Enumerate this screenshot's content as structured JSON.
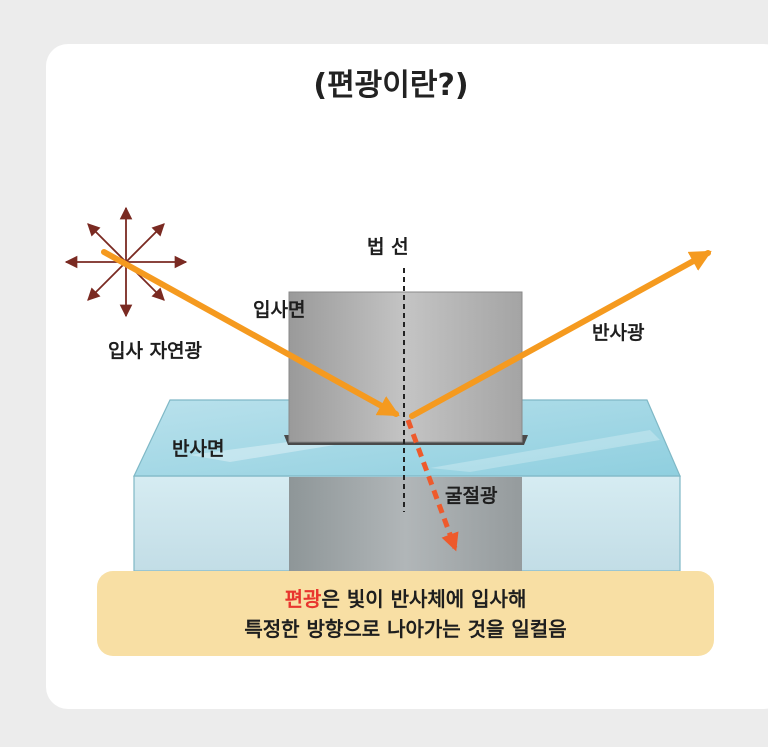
{
  "title": "(편광이란?)",
  "labels": {
    "normal": "법 선",
    "incident_plane": "입사면",
    "incident_light": "입사 자연광",
    "reflected_light": "반사광",
    "reflection_surface": "반사면",
    "refracted_light": "굴절광"
  },
  "note": {
    "highlight": "편광",
    "line1_rest": "은 빛이 반사체에 입사해",
    "line2": "특정한 방향으로 나아가는 것을 일컬음"
  },
  "colors": {
    "ray": "#f59a1f",
    "refracted_ray": "#ee5a2c",
    "polarization_arrows": "#7a2a22",
    "highlight": "#e8352e",
    "note_bg": "#f8dfa4"
  }
}
